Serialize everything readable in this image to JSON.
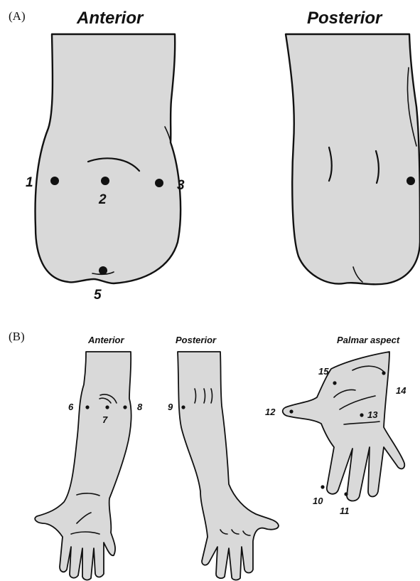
{
  "panel_a": {
    "letter": "(A)",
    "anterior_title": "Anterior",
    "posterior_title": "Posterior",
    "points": [
      "1",
      "2",
      "3",
      "5"
    ]
  },
  "panel_b": {
    "letter": "(B)",
    "anterior_title": "Anterior",
    "posterior_title": "Posterior",
    "palmar_title": "Palmar aspect",
    "anterior_points": [
      "6",
      "7",
      "8"
    ],
    "posterior_points": [
      "9"
    ],
    "palmar_points": [
      "10",
      "11",
      "12",
      "13",
      "14",
      "15"
    ]
  },
  "colors": {
    "skin": "#d9d9d9",
    "outline": "#111111"
  }
}
